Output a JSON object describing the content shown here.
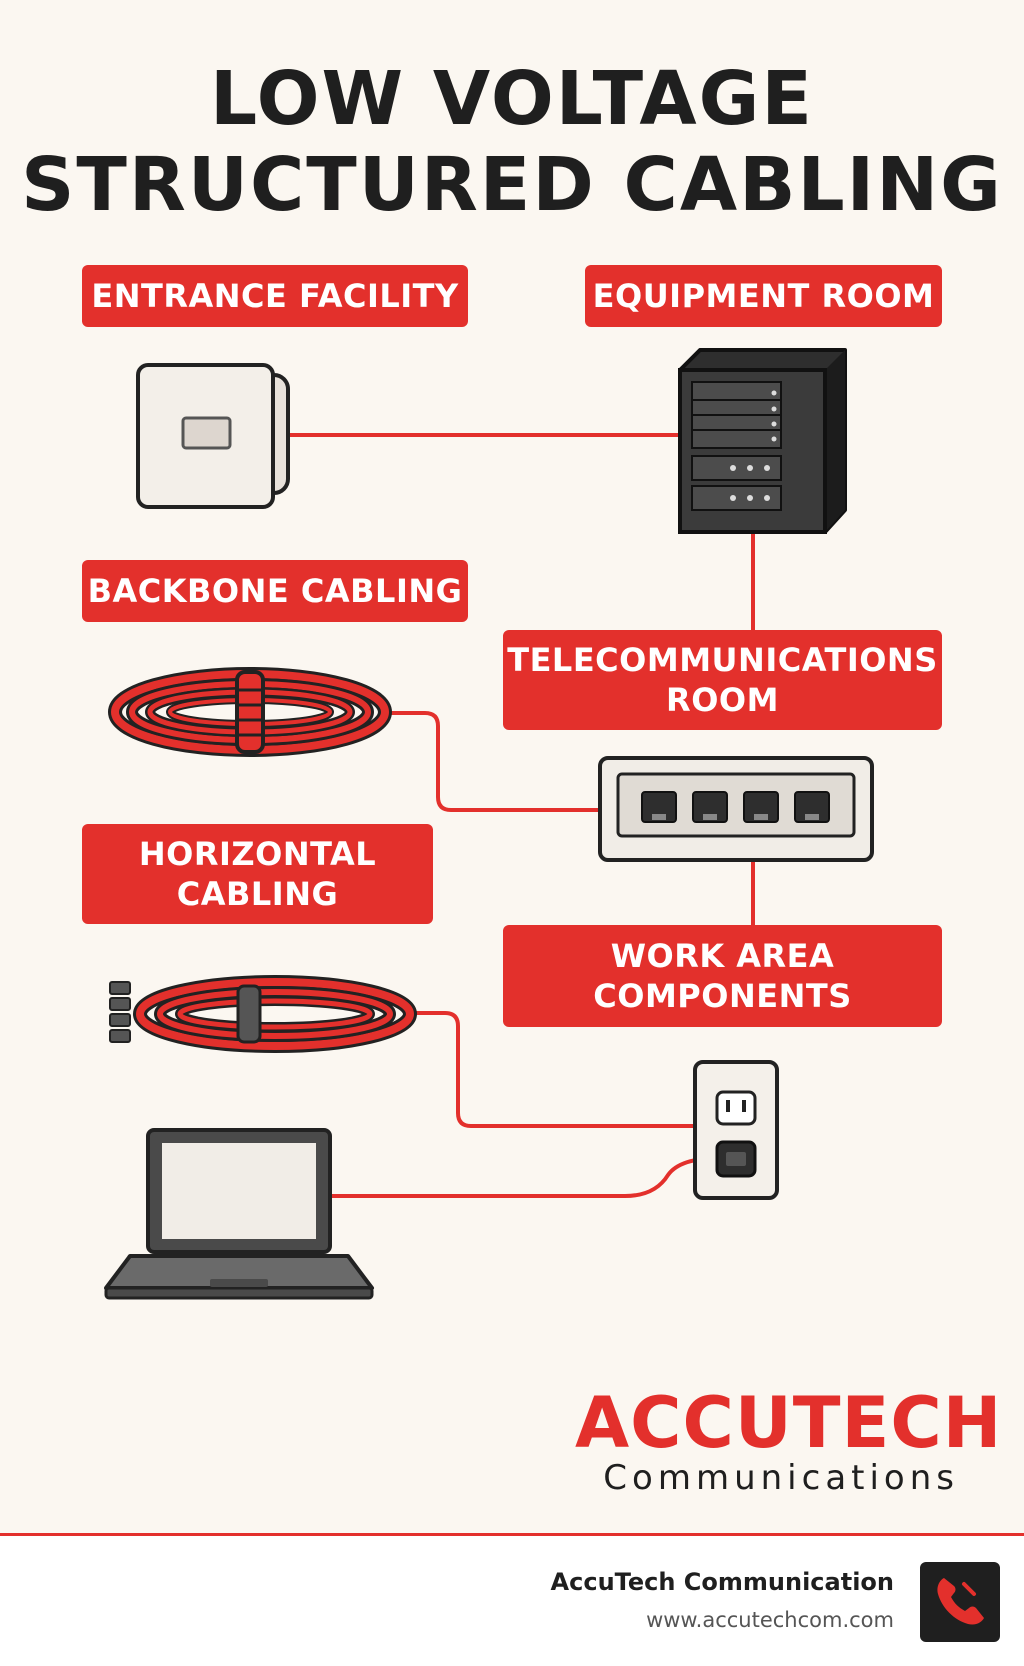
{
  "title": {
    "line1": "LOW VOLTAGE",
    "line2": "STRUCTURED CABLING"
  },
  "labels": {
    "entrance": "ENTRANCE FACILITY",
    "equipment": "EQUIPMENT ROOM",
    "backbone": "BACKBONE CABLING",
    "telecom_line1": "TELECOMMUNICATIONS",
    "telecom_line2": "ROOM",
    "horizontal_line1": "HORIZONTAL",
    "horizontal_line2": "CABLING",
    "work_line1": "WORK AREA",
    "work_line2": "COMPONENTS"
  },
  "brand": {
    "name": "ACCUTECH",
    "tagline": "Communications"
  },
  "footer": {
    "company": "AccuTech Communication",
    "url": "www.accutechcom.com"
  },
  "icons": [
    "entrance-box-icon",
    "server-icon",
    "backbone-cable-icon",
    "patch-panel-icon",
    "horizontal-cable-icon",
    "wall-outlet-icon",
    "laptop-icon",
    "phone-icon"
  ],
  "colors": {
    "accent": "#e3302c",
    "dark": "#1f1f1f",
    "background": "#fbf7f1"
  }
}
